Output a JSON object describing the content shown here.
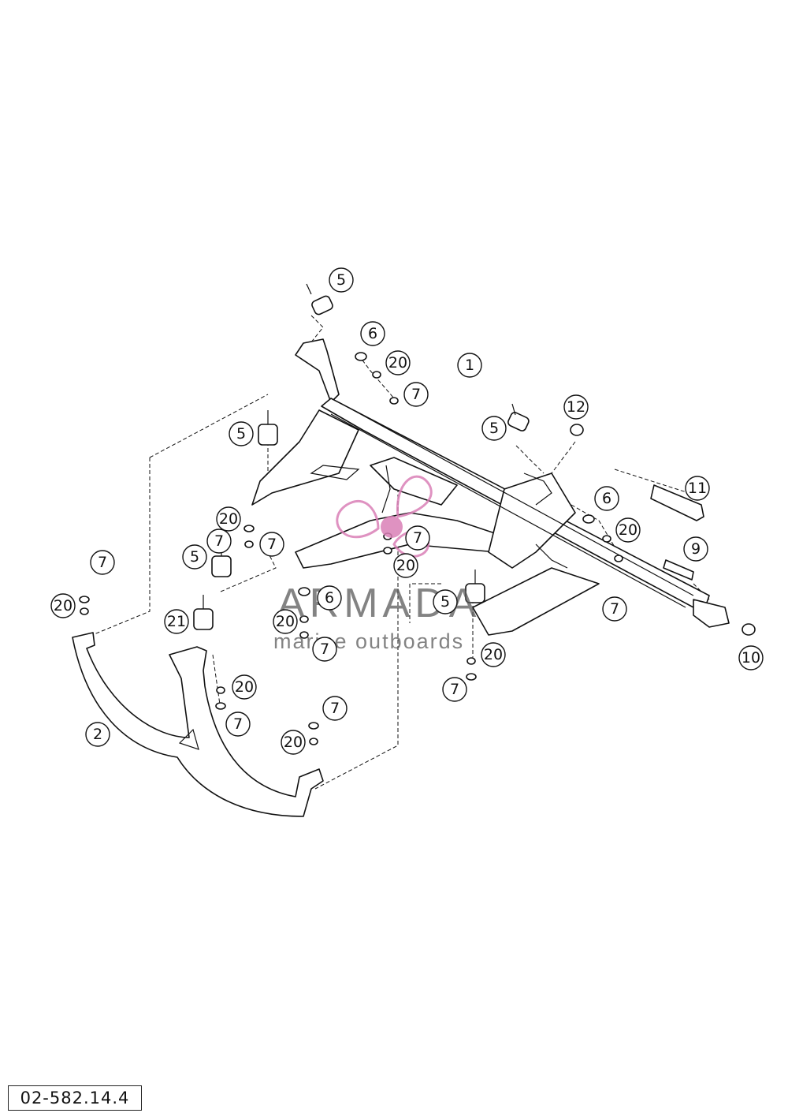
{
  "diagram_code": "02-582.14.4",
  "watermark": {
    "title": "ARMADA",
    "subtitle": "marine outboards",
    "accent_color": "#d97fb6"
  },
  "callouts": [
    "5",
    "6",
    "20",
    "7",
    "1",
    "12",
    "5",
    "5",
    "20",
    "7",
    "5",
    "7",
    "20",
    "21",
    "2",
    "6",
    "20",
    "7",
    "20",
    "7",
    "5",
    "20",
    "7",
    "11",
    "6",
    "20",
    "9",
    "7",
    "10",
    "7",
    "20",
    "7",
    "20",
    "7"
  ]
}
